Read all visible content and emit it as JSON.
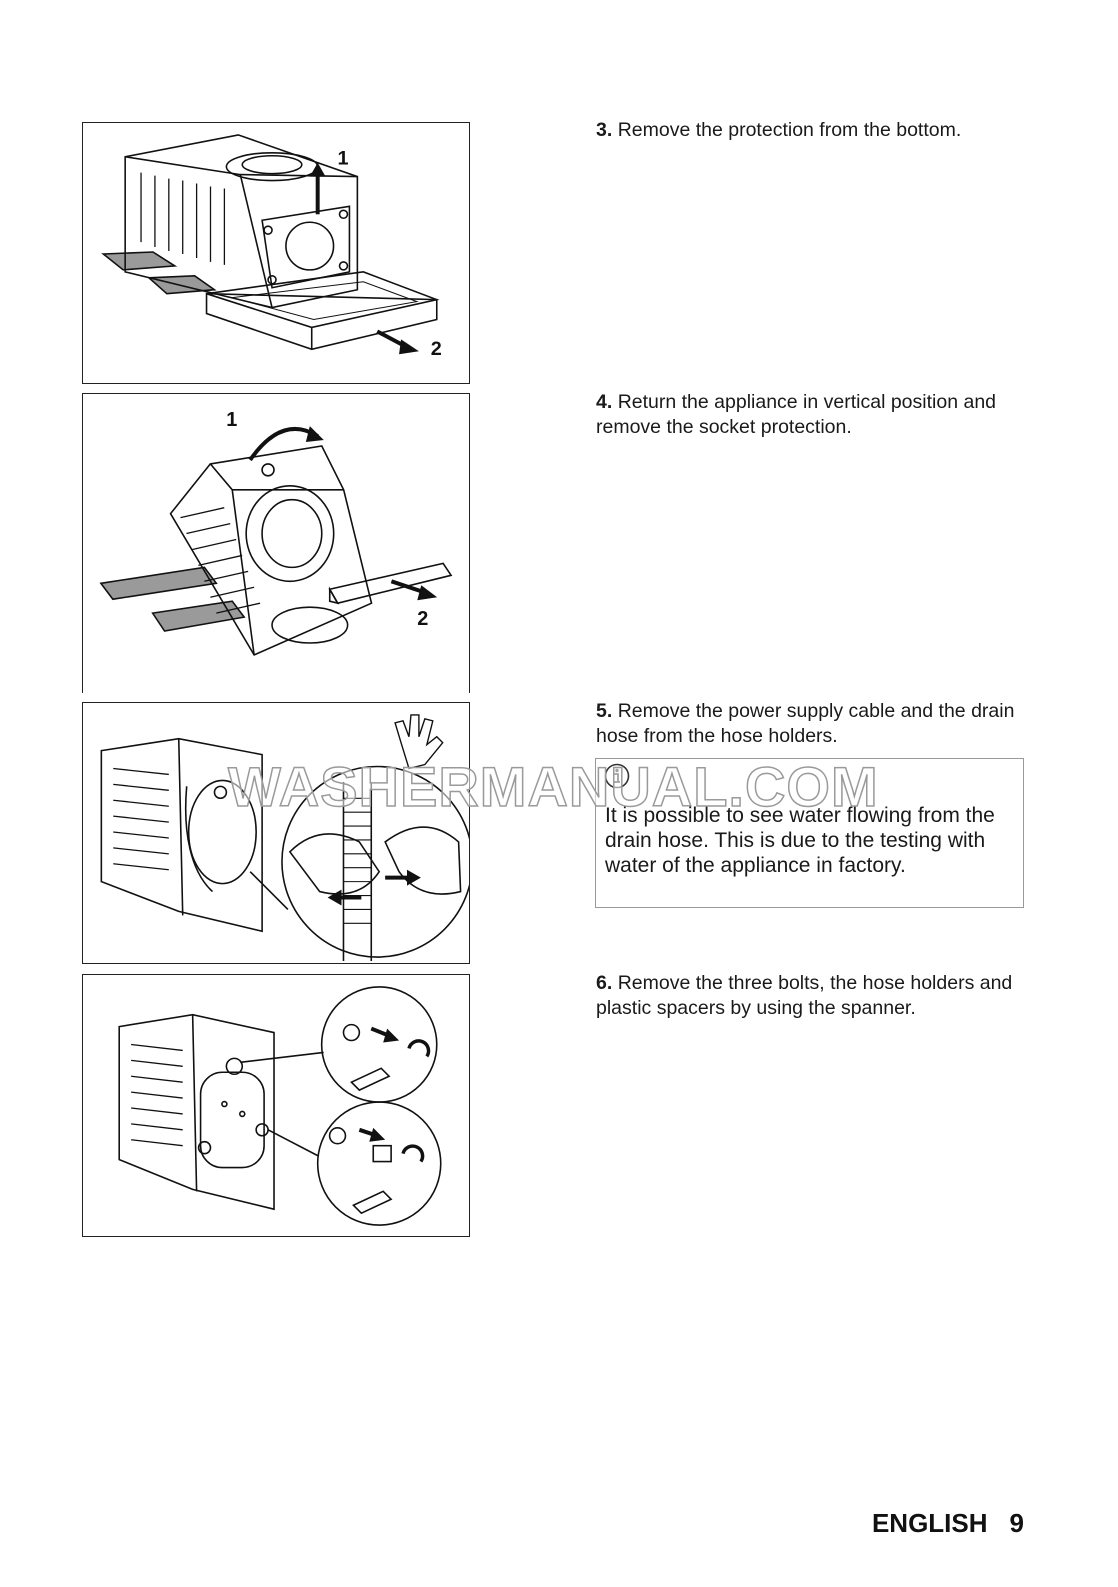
{
  "steps": [
    {
      "number": "3.",
      "text": "Remove the protection from the bottom."
    },
    {
      "number": "4.",
      "text": "Return the appliance in vertical position and remove the socket protection."
    },
    {
      "number": "5.",
      "text": "Remove the power supply cable and the drain hose from the hose holders."
    },
    {
      "number": "6.",
      "text": "Remove the three bolts, the hose holders and plastic spacers by using the spanner."
    }
  ],
  "note": {
    "icon": "info-icon",
    "text": "It is possible to see water flowing from the drain hose. This is due to the testing with water of the appliance in factory."
  },
  "figures": {
    "fig3": {
      "callout_1": "1",
      "callout_2": "2"
    },
    "fig4": {
      "callout_1": "1",
      "callout_2": "2"
    }
  },
  "watermark": "WASHERMANUAL.COM",
  "footer": {
    "language": "ENGLISH",
    "page_number": "9"
  }
}
